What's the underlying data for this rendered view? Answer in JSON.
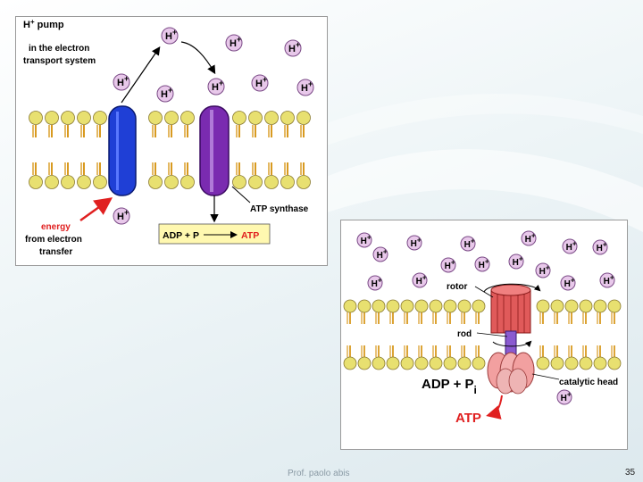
{
  "top_diagram": {
    "pump_label": {
      "h": "H",
      "plus": "+",
      "line1": "pump",
      "line2": "in the electron",
      "line3": "transport system"
    },
    "ion_symbol": "H",
    "ion_charge": "+",
    "energy_label": {
      "line1": "energy",
      "line2": "from electron",
      "line3": "transfer"
    },
    "synthase_label": "ATP synthase",
    "reaction": {
      "left": "ADP + P",
      "right": "ATP"
    }
  },
  "bottom_diagram": {
    "rotor_label": "rotor",
    "rod_label": "rod",
    "catalytic_label": "catalytic head",
    "reaction": {
      "left": "ADP + P",
      "subscript": "i",
      "product": "ATP"
    }
  },
  "footer": {
    "author": "Prof. paolo abis",
    "page": "35"
  },
  "colors": {
    "ion_fill": "#e8c8ea",
    "ion_stroke": "#7a4a86",
    "lipid_head": "#e8e070",
    "lipid_tail": "#d89a20",
    "pump_blue": "#1f3fd6",
    "synthase_purple": "#7a2bb0",
    "arrow_red": "#e02020",
    "rotor_red": "#e05a5a"
  }
}
